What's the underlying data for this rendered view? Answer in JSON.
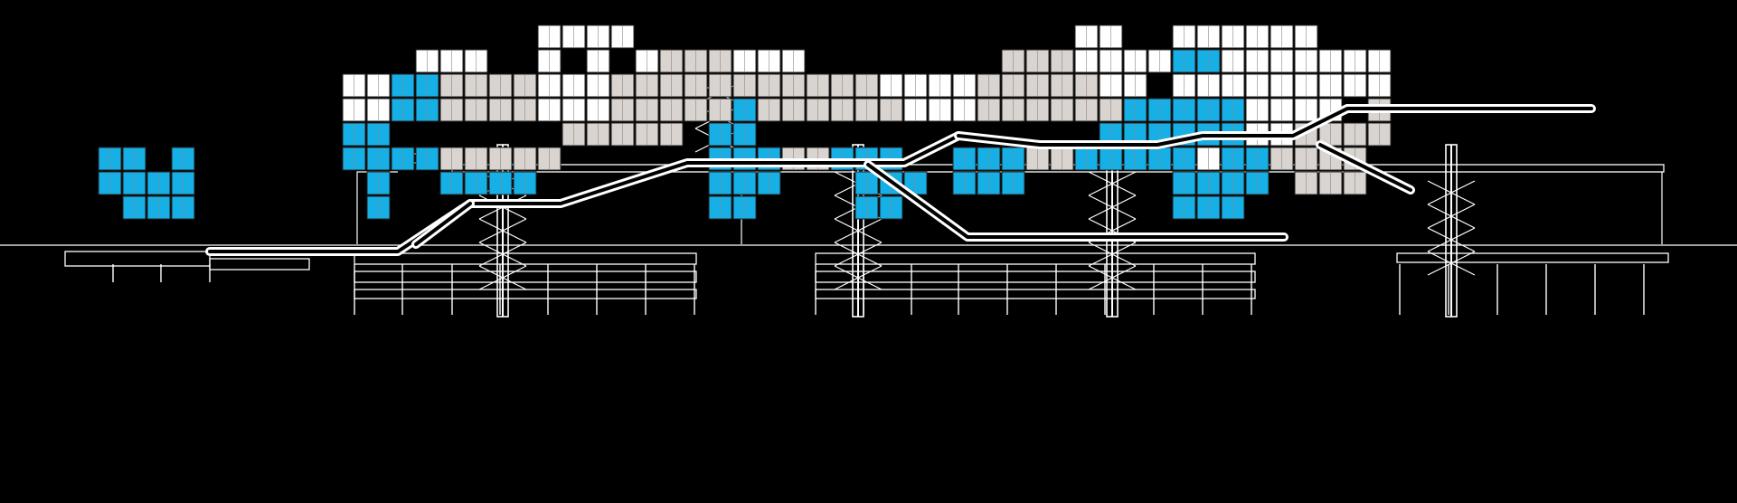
{
  "drawing": {
    "type": "architectural-section",
    "labels": [],
    "colors": {
      "background": "#000000",
      "line": "#ffffff",
      "module_white": "#ffffff",
      "module_grey": "#d9d4cf",
      "module_blue": "#16b0e6"
    },
    "module_legend": {
      "white": "empty-module",
      "grey": "grey-module",
      "blue": "blue-module"
    }
  }
}
